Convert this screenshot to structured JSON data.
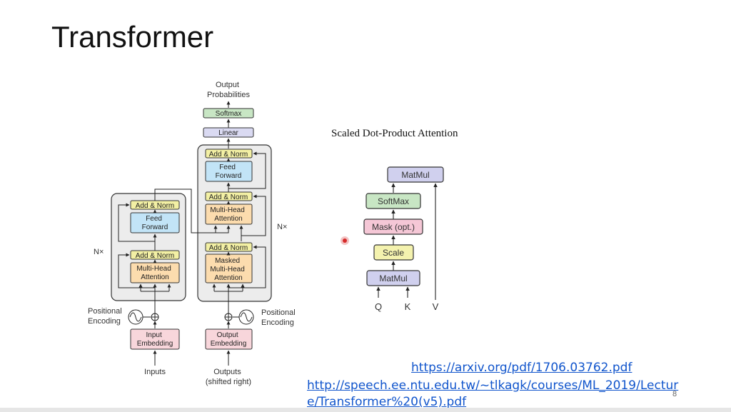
{
  "slide": {
    "title": "Transformer",
    "page_number": "8",
    "links": [
      "https://arxiv.org/pdf/1706.03762.pdf",
      "http://speech.ee.ntu.edu.tw/~tlkagk/courses/ML_2019/Lectur",
      "e/Transformer%20(v5).pdf"
    ]
  },
  "transformer": {
    "output_probabilities": [
      "Output",
      "Probabilities"
    ],
    "softmax": "Softmax",
    "linear": "Linear",
    "add_norm": "Add & Norm",
    "feed_forward": [
      "Feed",
      "Forward"
    ],
    "multi_head_attention": [
      "Multi-Head",
      "Attention"
    ],
    "masked_multi_head_attention": [
      "Masked",
      "Multi-Head",
      "Attention"
    ],
    "nx": "N×",
    "positional_encoding": [
      "Positional",
      "Encoding"
    ],
    "input_embedding": [
      "Input",
      "Embedding"
    ],
    "output_embedding": [
      "Output",
      "Embedding"
    ],
    "inputs": "Inputs",
    "outputs": [
      "Outputs",
      "(shifted right)"
    ]
  },
  "attention": {
    "title": "Scaled Dot-Product Attention",
    "matmul": "MatMul",
    "softmax": "SoftMax",
    "mask": "Mask (opt.)",
    "scale": "Scale",
    "q": "Q",
    "k": "K",
    "v": "V"
  },
  "colors": {
    "add_norm": "#f3f0a4",
    "feed_forward": "#c2e4f7",
    "attention": "#fcdcae",
    "embedding": "#f8d6db",
    "softmax": "#c8e6c4",
    "linear": "#dadaf2",
    "layer_bg": "#ececec",
    "mask": "#f5c7d6",
    "scale": "#f4f2ae",
    "matmul": "#d0d0ee",
    "pointer": "#d62a2a"
  }
}
